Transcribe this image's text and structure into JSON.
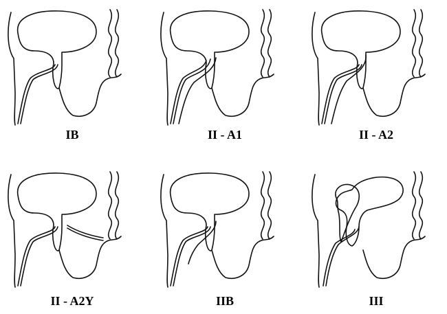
{
  "panels": [
    {
      "id": "IB",
      "label": "IB"
    },
    {
      "id": "IIA1",
      "label": "II - A1"
    },
    {
      "id": "IIA2",
      "label": "II - A2"
    },
    {
      "id": "IIA2Y",
      "label": "II - A2Y"
    },
    {
      "id": "IIB",
      "label": "IIB"
    },
    {
      "id": "III",
      "label": "III"
    }
  ]
}
